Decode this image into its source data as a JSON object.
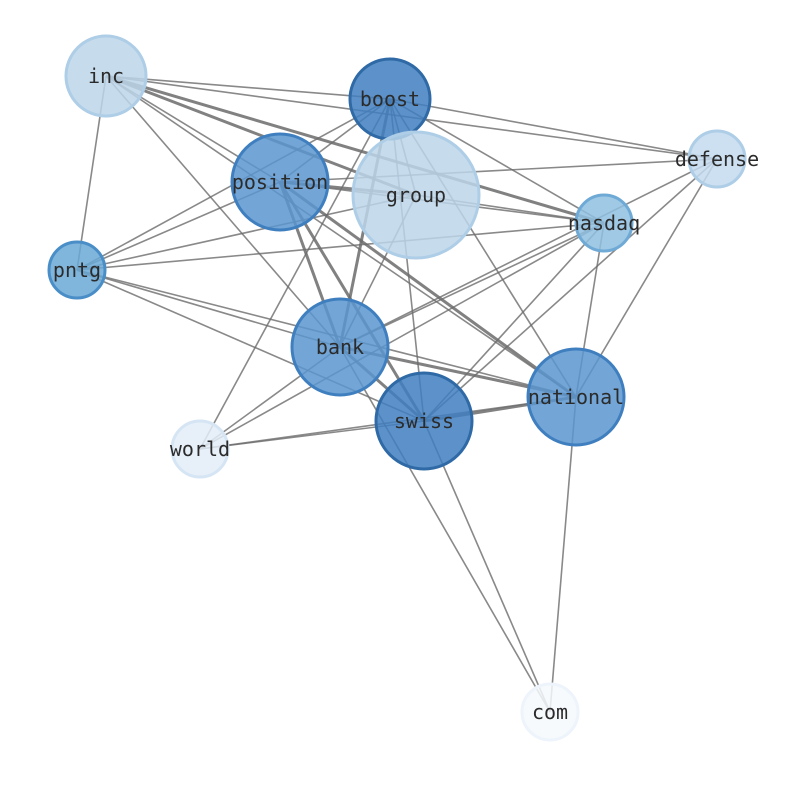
{
  "graph": {
    "nodes": [
      {
        "id": "inc",
        "label": "inc",
        "fill": "#bcd6ea",
        "stroke": "#aecde6"
      },
      {
        "id": "boost",
        "label": "boost",
        "fill": "#3f7fbf",
        "stroke": "#2f6aa6"
      },
      {
        "id": "defense",
        "label": "defense",
        "fill": "#c3daee",
        "stroke": "#aecde6"
      },
      {
        "id": "position",
        "label": "position",
        "fill": "#5b97cf",
        "stroke": "#3f7fbf"
      },
      {
        "id": "group",
        "label": "group",
        "fill": "#bcd6ea",
        "stroke": "#aecde6"
      },
      {
        "id": "nasdaq",
        "label": "nasdaq",
        "fill": "#8ebfe0",
        "stroke": "#6faad6"
      },
      {
        "id": "pntg",
        "label": "pntg",
        "fill": "#6aa8d6",
        "stroke": "#4a8ec8"
      },
      {
        "id": "bank",
        "label": "bank",
        "fill": "#5b97cf",
        "stroke": "#3f7fbf"
      },
      {
        "id": "national",
        "label": "national",
        "fill": "#5b97cf",
        "stroke": "#3f7fbf"
      },
      {
        "id": "swiss",
        "label": "swiss",
        "fill": "#3f7fbf",
        "stroke": "#2f6aa6"
      },
      {
        "id": "world",
        "label": "world",
        "fill": "#e3edf8",
        "stroke": "#d6e5f4"
      },
      {
        "id": "com",
        "label": "com",
        "fill": "#f5f9fd",
        "stroke": "#eef4fb"
      }
    ],
    "edges": [
      [
        "inc",
        "boost",
        1
      ],
      [
        "inc",
        "defense",
        1
      ],
      [
        "inc",
        "position",
        1
      ],
      [
        "inc",
        "group",
        2
      ],
      [
        "inc",
        "nasdaq",
        2
      ],
      [
        "inc",
        "pntg",
        1
      ],
      [
        "inc",
        "bank",
        1
      ],
      [
        "inc",
        "national",
        1
      ],
      [
        "boost",
        "position",
        1
      ],
      [
        "boost",
        "group",
        1
      ],
      [
        "boost",
        "nasdaq",
        1
      ],
      [
        "boost",
        "pntg",
        1
      ],
      [
        "boost",
        "bank",
        2
      ],
      [
        "boost",
        "swiss",
        1
      ],
      [
        "boost",
        "national",
        1
      ],
      [
        "boost",
        "world",
        1
      ],
      [
        "boost",
        "defense",
        1
      ],
      [
        "position",
        "group",
        2
      ],
      [
        "position",
        "nasdaq",
        1
      ],
      [
        "position",
        "bank",
        2
      ],
      [
        "position",
        "swiss",
        2
      ],
      [
        "position",
        "national",
        2
      ],
      [
        "position",
        "pntg",
        1
      ],
      [
        "position",
        "defense",
        1
      ],
      [
        "group",
        "nasdaq",
        1
      ],
      [
        "group",
        "pntg",
        1
      ],
      [
        "group",
        "bank",
        1
      ],
      [
        "nasdaq",
        "pntg",
        1
      ],
      [
        "nasdaq",
        "bank",
        1
      ],
      [
        "nasdaq",
        "swiss",
        1
      ],
      [
        "nasdaq",
        "world",
        1
      ],
      [
        "nasdaq",
        "national",
        1
      ],
      [
        "defense",
        "swiss",
        1
      ],
      [
        "defense",
        "bank",
        1
      ],
      [
        "defense",
        "national",
        1
      ],
      [
        "pntg",
        "bank",
        1
      ],
      [
        "pntg",
        "swiss",
        1
      ],
      [
        "pntg",
        "national",
        1
      ],
      [
        "bank",
        "swiss",
        2
      ],
      [
        "bank",
        "national",
        2
      ],
      [
        "bank",
        "world",
        1
      ],
      [
        "swiss",
        "national",
        2
      ],
      [
        "swiss",
        "world",
        1
      ],
      [
        "swiss",
        "com",
        1
      ],
      [
        "national",
        "world",
        1
      ],
      [
        "national",
        "com",
        1
      ],
      [
        "bank",
        "com",
        1
      ]
    ]
  }
}
